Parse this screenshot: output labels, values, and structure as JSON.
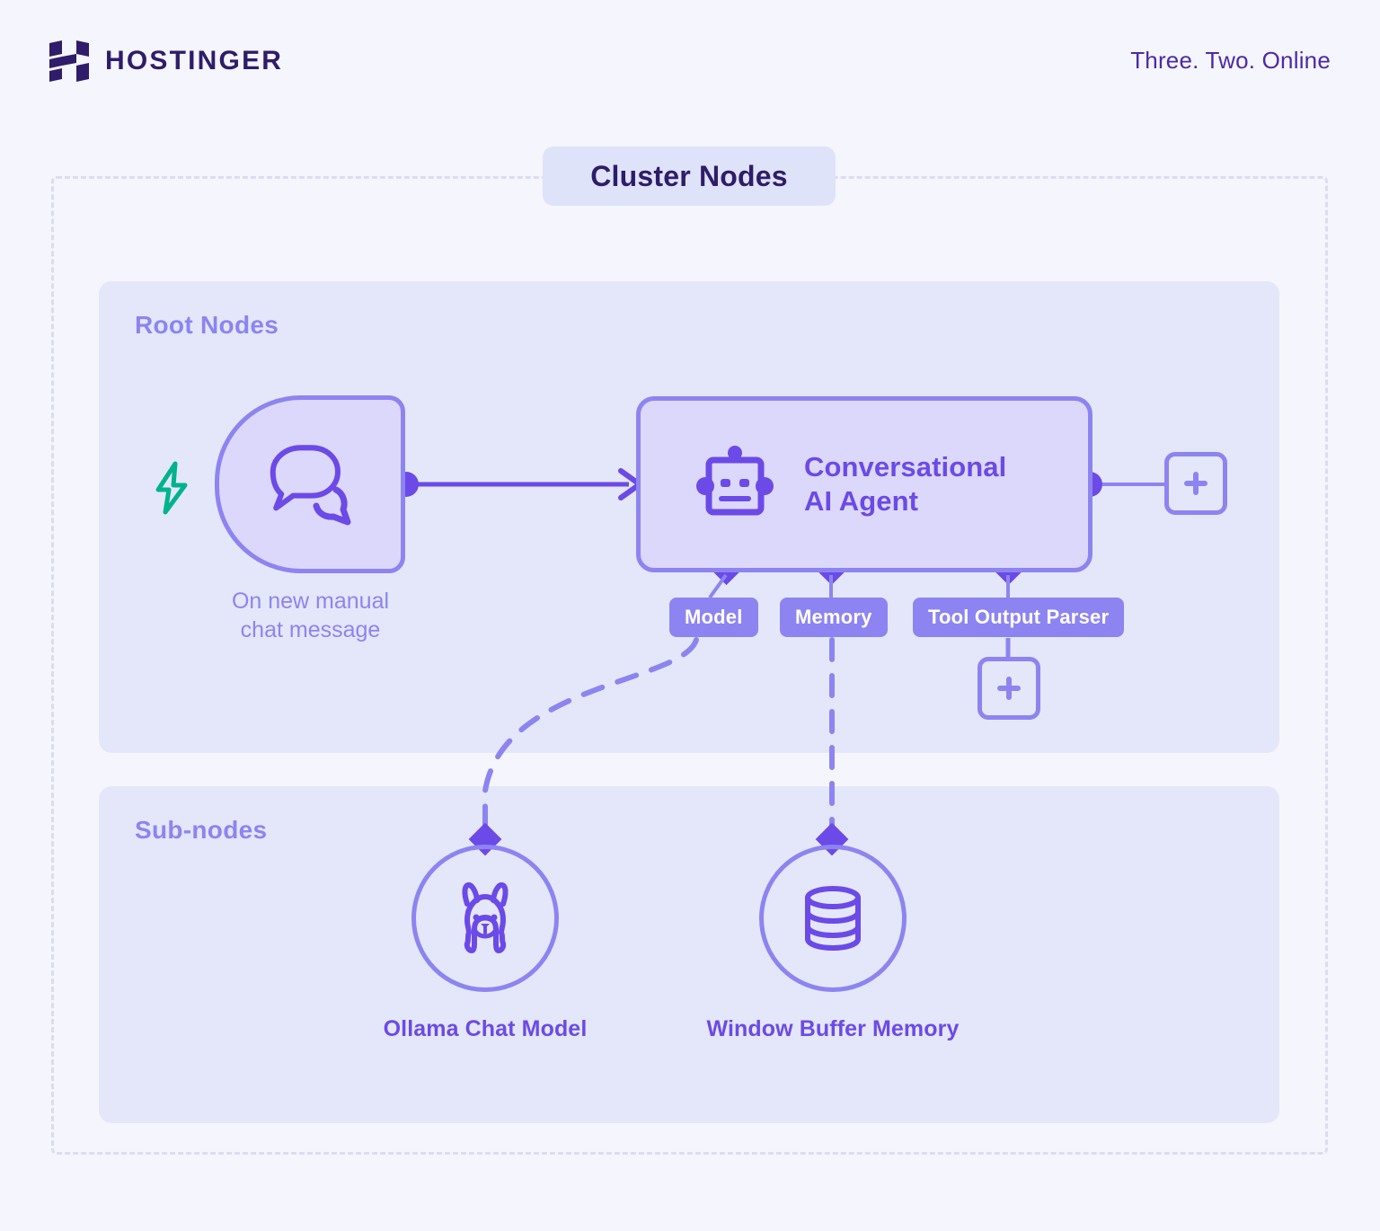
{
  "header": {
    "brand_name": "HOSTINGER",
    "brand_logo_icon": "hostinger-h-logo-icon",
    "tagline": "Three. Two. Online"
  },
  "cluster": {
    "title": "Cluster Nodes"
  },
  "panels": {
    "root": {
      "label": "Root Nodes"
    },
    "sub": {
      "label": "Sub-nodes"
    }
  },
  "root_nodes": {
    "trigger": {
      "icon": "chat-bubbles-icon",
      "badge_icon": "lightning-bolt-icon",
      "caption_line1": "On new manual",
      "caption_line2": "chat message"
    },
    "agent": {
      "icon": "robot-icon",
      "title_line1": "Conversational",
      "title_line2": "AI Agent"
    },
    "ports": [
      {
        "label": "Model"
      },
      {
        "label": "Memory"
      },
      {
        "label": "Tool Output Parser"
      }
    ],
    "add_buttons": [
      {
        "name": "add-node-right",
        "icon": "plus-icon"
      },
      {
        "name": "add-tool-output-parser",
        "icon": "plus-icon"
      }
    ]
  },
  "sub_nodes": [
    {
      "icon": "llama-icon",
      "label": "Ollama Chat Model"
    },
    {
      "icon": "database-icon",
      "label": "Window Buffer Memory"
    }
  ],
  "colors": {
    "page_bg": "#f5f5fd",
    "brand_dark": "#2f1c6a",
    "accent_purple": "#6b4ae8",
    "light_purple": "#8d84f2",
    "node_fill": "#dcd8fb",
    "panel_bg": "#e4e7fa",
    "badge_bg": "#dfe3f9",
    "dashed_border": "#d8ddf2",
    "bolt_green": "#00b38f"
  }
}
